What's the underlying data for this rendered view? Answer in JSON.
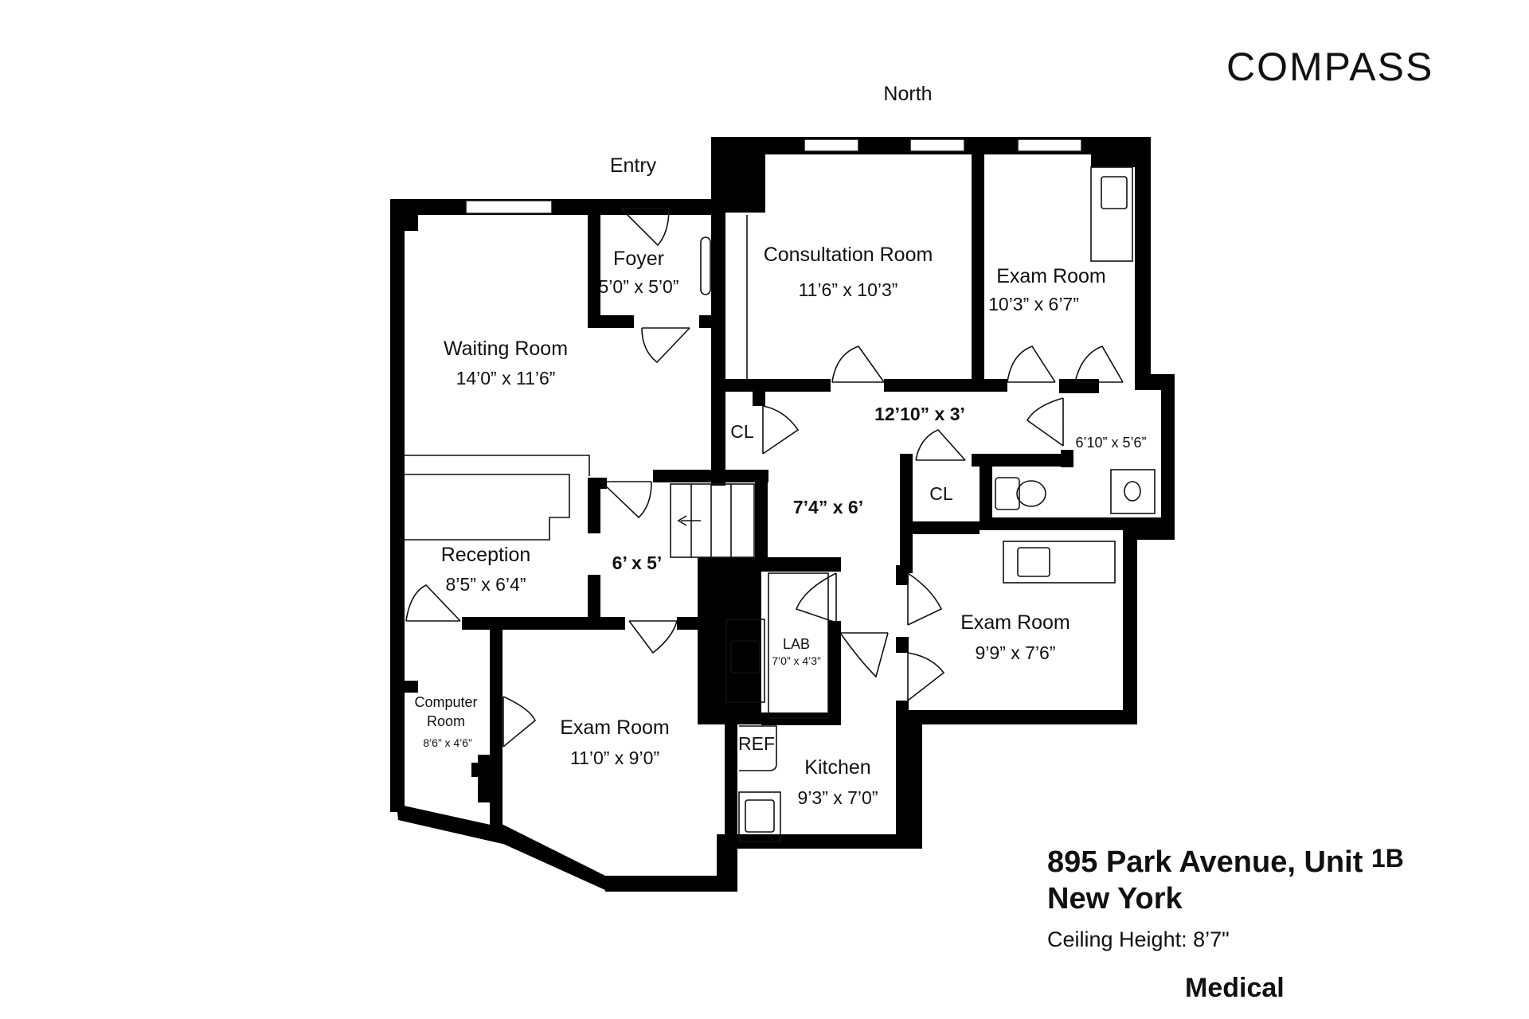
{
  "brand": {
    "logo_text": "COMPASS"
  },
  "compass": {
    "direction": "North",
    "entry": "Entry"
  },
  "rooms": {
    "foyer": {
      "name": "Foyer",
      "dim": "5’0” x 5’0”"
    },
    "consultation": {
      "name": "Consultation Room",
      "dim": "11’6” x 10’3”"
    },
    "exam_ne": {
      "name": "Exam Room",
      "dim": "10’3” x 6’7”"
    },
    "waiting": {
      "name": "Waiting Room",
      "dim": "14’0” x 11’6”"
    },
    "hall_upper": {
      "dim": "12’10” x 3’"
    },
    "bath": {
      "dim": "6’10” x 5’6”"
    },
    "cl_left": {
      "name": "CL"
    },
    "cl_right": {
      "name": "CL"
    },
    "hall_mid": {
      "dim": "7’4” x 6’"
    },
    "reception": {
      "name": "Reception",
      "dim": "8’5” x 6’4”"
    },
    "vestibule": {
      "dim": "6’ x 5’"
    },
    "exam_e": {
      "name": "Exam Room",
      "dim": "9’9” x 7’6”"
    },
    "lab": {
      "name": "LAB",
      "dim": "7’0” x 4’3”"
    },
    "computer": {
      "name_line1": "Computer",
      "name_line2": "Room",
      "dim": "8’6” x 4’6”"
    },
    "exam_sw": {
      "name": "Exam Room",
      "dim": "11’0” x 9’0”"
    },
    "ref": {
      "name": "REF"
    },
    "kitchen": {
      "name": "Kitchen",
      "dim": "9’3” x 7’0”"
    }
  },
  "listing": {
    "address_line1": "895 Park Avenue, Unit",
    "unit": "1B",
    "address_line2": "New York",
    "ceiling_label": "Ceiling Height:",
    "ceiling_value": "8’7\"",
    "usage": "Medical"
  }
}
